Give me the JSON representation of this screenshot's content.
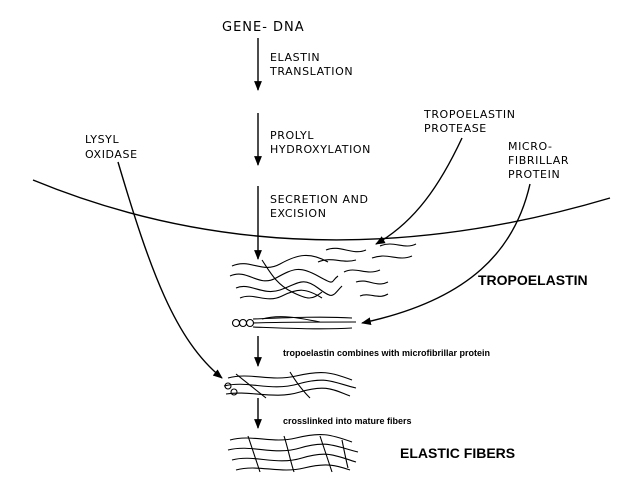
{
  "diagram": {
    "gene": "GENE- DNA",
    "steps": {
      "translation": [
        "ELASTIN",
        "TRANSLATION"
      ],
      "hydroxylation": [
        "PROLYL",
        "HYDROXYLATION"
      ],
      "secretion": [
        "SECRETION AND",
        "EXCISION"
      ]
    },
    "enzymes": {
      "lysyl_oxidase": [
        "LYSYL",
        "OXIDASE"
      ],
      "tropoelastin_protease": [
        "TROPOELASTIN",
        "PROTEASE"
      ],
      "microfibrillar_protein": [
        "MICRO-",
        "FIBRILLAR",
        "PROTEIN"
      ]
    },
    "stages": {
      "tropoelastin": "TROPOELASTIN",
      "combines": "tropoelastin combines with microfibrillar protein",
      "crosslinked": "crosslinked into mature fibers",
      "elastic_fibers": "ELASTIC FIBERS"
    }
  }
}
